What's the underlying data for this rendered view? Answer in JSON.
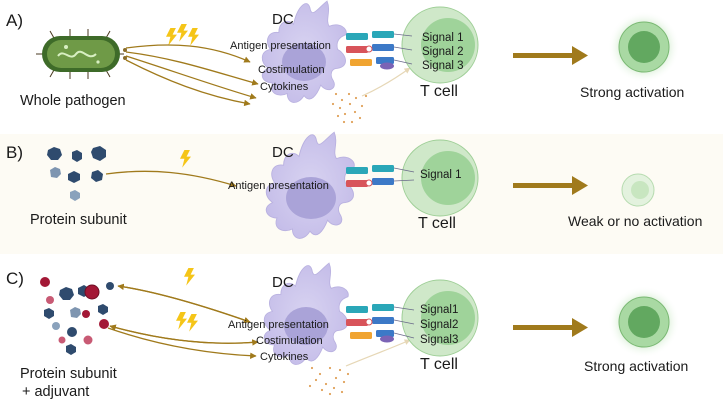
{
  "panels": [
    {
      "letter": "A)",
      "source_label": "Whole pathogen",
      "source_label_2": "",
      "dc_label": "DC",
      "dc_labels": [
        "Antigen presentation",
        "Costimulation",
        "Cytokines"
      ],
      "tcell_label": "T cell",
      "signals": [
        "Signal 1",
        "Signal 2",
        "Signal 3"
      ],
      "outcome": "Strong activation"
    },
    {
      "letter": "B)",
      "source_label": "Protein subunit",
      "source_label_2": "",
      "dc_label": "DC",
      "dc_labels": [
        "Antigen presentation"
      ],
      "tcell_label": "T cell",
      "signals": [
        "Signal 1"
      ],
      "outcome": "Weak or no activation"
    },
    {
      "letter": "C)",
      "source_label": "Protein subunit",
      "source_label_2": "+ adjuvant",
      "dc_label": "DC",
      "dc_labels": [
        "Antigen presentation",
        "Costimulation",
        "Cytokines"
      ],
      "tcell_label": "T cell",
      "signals": [
        "Signal1",
        "Signal2",
        "Signal3"
      ],
      "outcome": "Strong activation"
    }
  ],
  "colors": {
    "panel_b_bg": "#fdfbf4",
    "dc_fill": "#cfc9ec",
    "dc_nucleus": "#aaa3d8",
    "tcell_outer": "#cfe8c9",
    "tcell_inner": "#7cbf78",
    "arrow": "#a07a1c",
    "lightning": "#f5c518",
    "pathogen_body": "#5e8a3a",
    "protein": "#2f4b6e",
    "adjuvant": "#a31836",
    "signal_teal": "#2aa7b8",
    "signal_red": "#d8545a",
    "signal_blue": "#3c79c7",
    "signal_orange": "#f0a431",
    "signal_purple": "#7b63b5",
    "cytokine_dots": "#e0a25c"
  }
}
